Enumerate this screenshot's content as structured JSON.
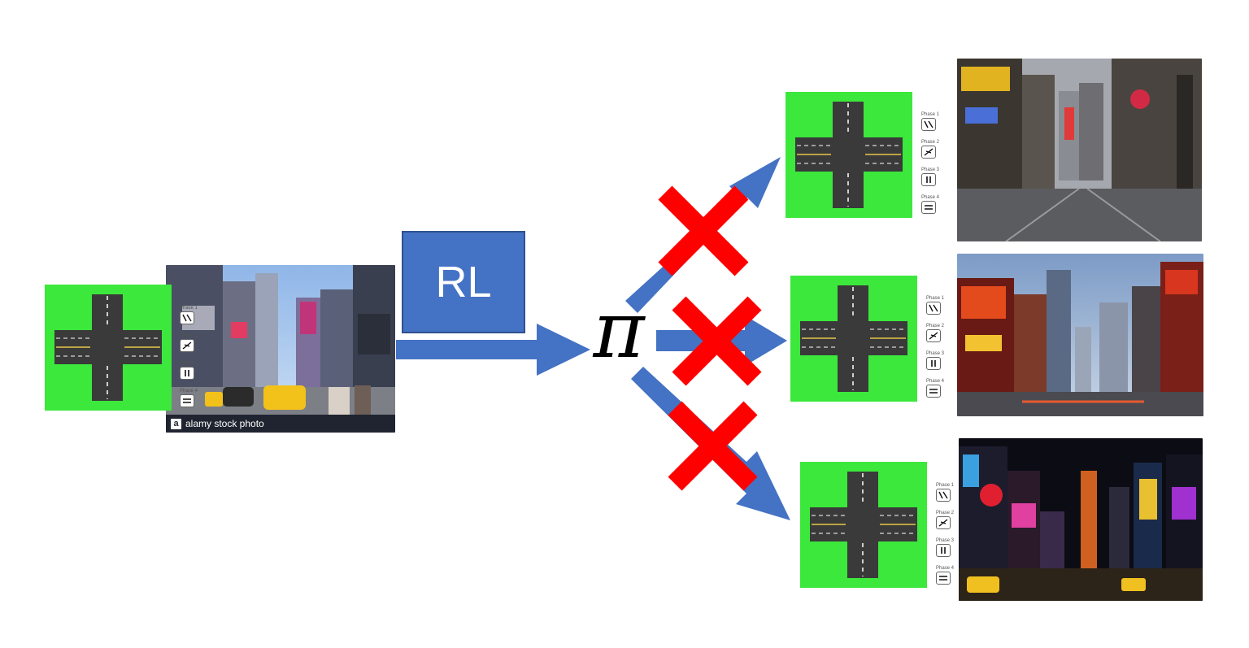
{
  "diagram": {
    "rl_label": "RL",
    "policy_symbol": "π",
    "source_photo_caption": "alamy stock photo",
    "phase_labels": [
      "Phase 1",
      "Phase 2",
      "Phase 3",
      "Phase 4"
    ],
    "colors": {
      "intersection_bg": "#3be83b",
      "road": "#3a3a3a",
      "arrow": "#4472c4",
      "rl_box": "#4472c4",
      "cross": "#ff0000"
    },
    "icons": [
      "intersection-icon",
      "phase-signal-icon",
      "arrow-icon",
      "cross-icon",
      "photo-icon"
    ]
  }
}
